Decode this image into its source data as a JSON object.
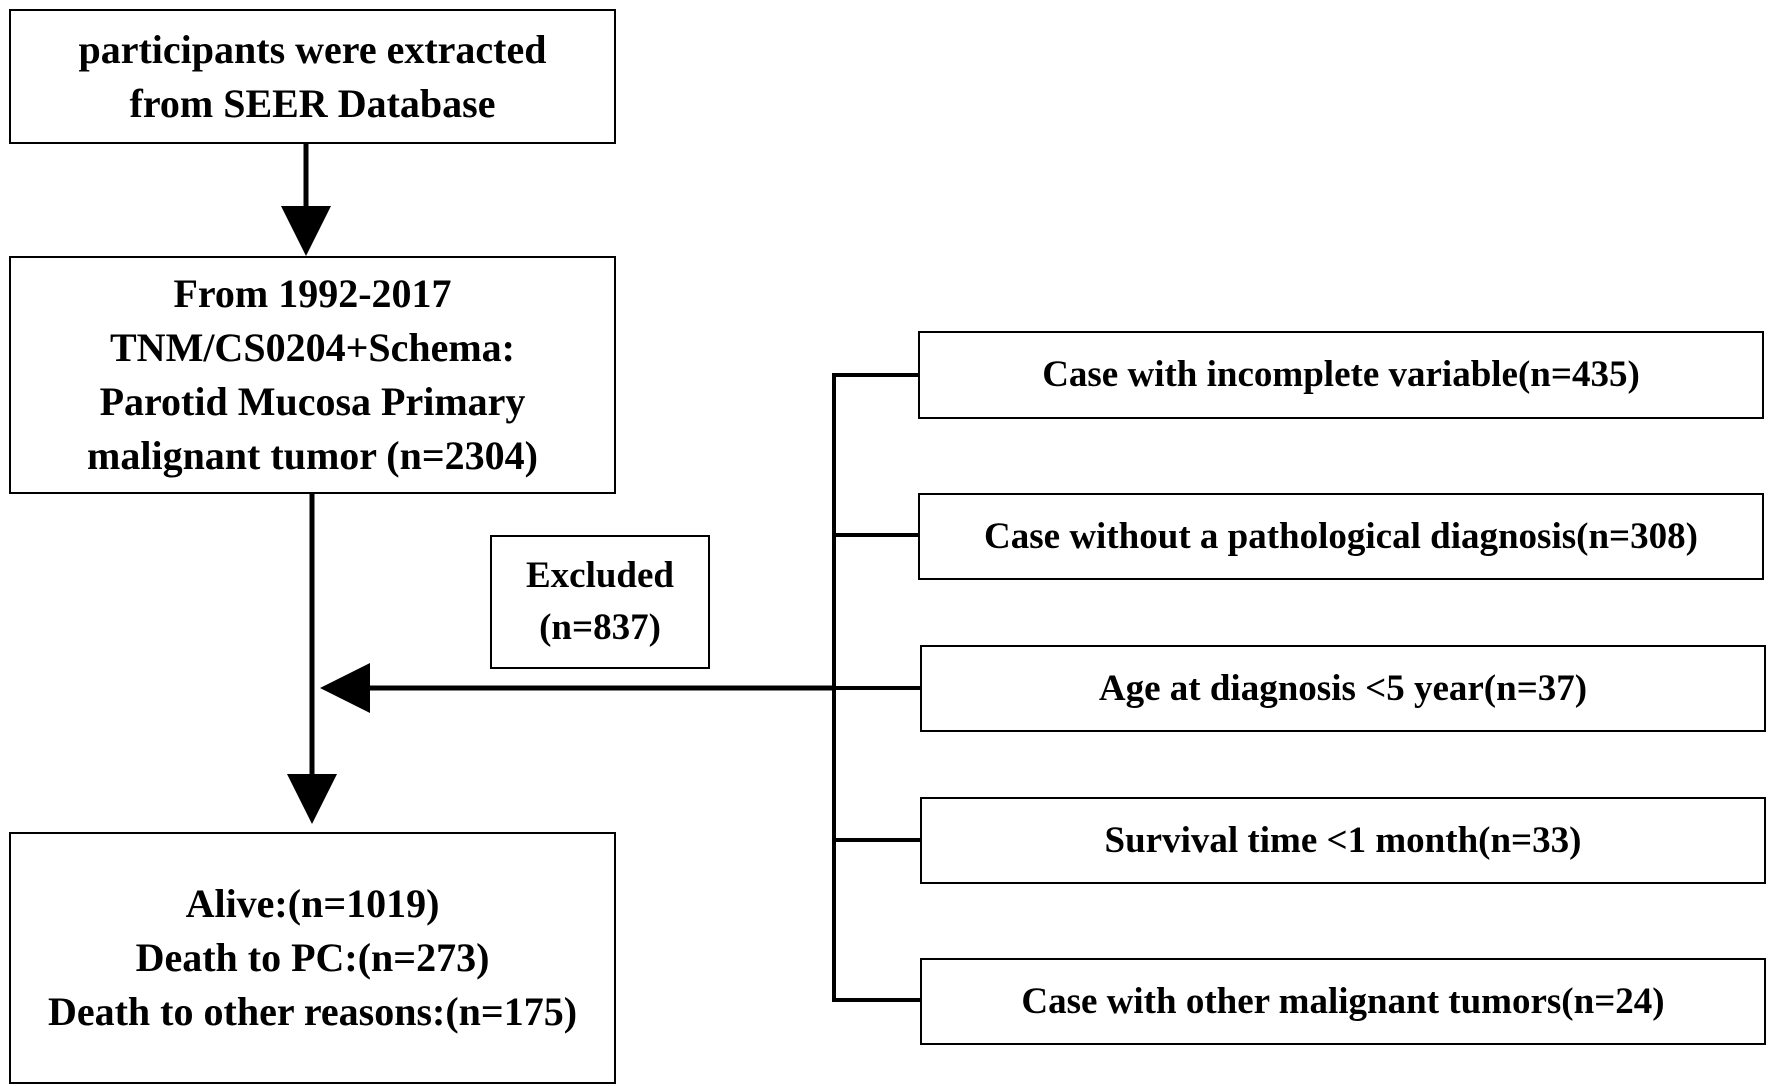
{
  "boxes": {
    "source": {
      "lines": [
        "participants were extracted",
        "from SEER Database"
      ]
    },
    "cohort": {
      "lines": [
        "From 1992-2017",
        "TNM/CS0204+Schema:",
        "Parotid Mucosa Primary",
        "malignant tumor (n=2304)"
      ]
    },
    "outcome": {
      "lines": [
        "Alive:(n=1019)",
        "Death to PC:(n=273)",
        "Death to other reasons:(n=175)"
      ]
    },
    "excluded": {
      "lines": [
        "Excluded",
        "(n=837)"
      ]
    }
  },
  "exclusion_criteria": [
    "Case with incomplete variable(n=435)",
    "Case without a pathological diagnosis(n=308)",
    "Age at diagnosis <5 year(n=37)",
    "Survival time <1 month(n=33)",
    "Case with other malignant tumors(n=24)"
  ]
}
